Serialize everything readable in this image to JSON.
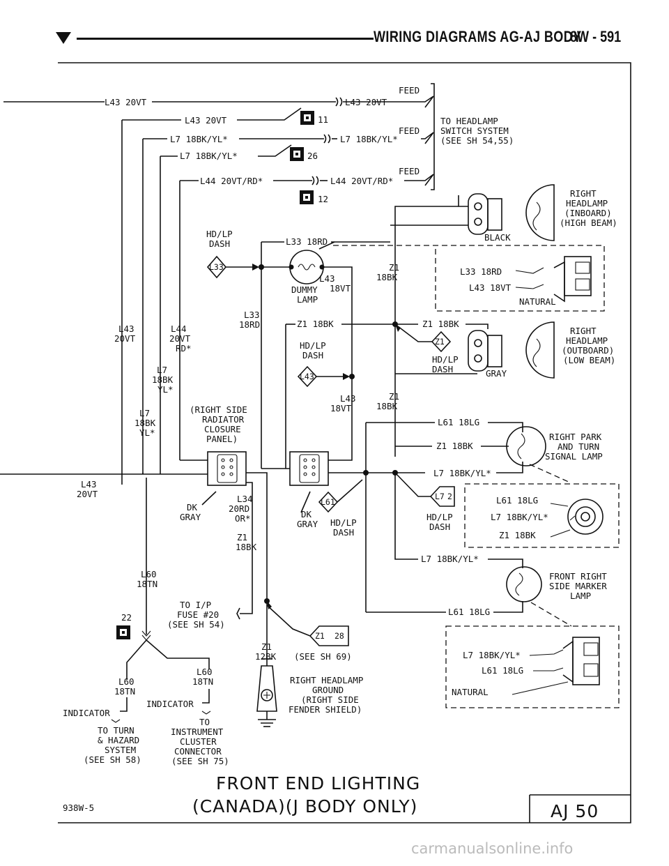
{
  "header": {
    "title": "WIRING DIAGRAMS AG-AJ BODY",
    "section": "8W - 591"
  },
  "diagram": {
    "title_line1": "FRONT END LIGHTING",
    "title_line2": "(CANADA)(J BODY ONLY)",
    "figure_code": "938W-5",
    "page_code": "AJ 50",
    "labels": {
      "l43_top_left": "L43 20VT",
      "l43_2": "L43 20VT",
      "l43_3": "L43 20VT",
      "feed_1": "FEED",
      "feed_2": "FEED",
      "feed_3": "FEED",
      "fuse_11": "11",
      "fuse_26": "26",
      "fuse_12": "12",
      "fuse_22": "22",
      "l7_a": "L7 18BK/YL*",
      "l7_b": "L7 18BK/YL*",
      "l7_c": "L7 18BK/YL*",
      "l44_a": "L44 20VT/RD*",
      "l44_b": "L44 20VT/RD*",
      "to_headlamp_1": "TO HEADLAMP",
      "to_headlamp_2": "SWITCH SYSTEM",
      "to_headlamp_3": "(SEE SH 54,55)",
      "right_headlamp_inboard_1": "RIGHT",
      "right_headlamp_inboard_2": "HEADLAMP",
      "right_headlamp_inboard_3": "(INBOARD)",
      "right_headlamp_inboard_4": "(HIGH BEAM)",
      "black": "BLACK",
      "hdlp_dash_1": "HD/LP",
      "hdlp_dash_2": "DASH",
      "l33_18rd": "L33 18RD",
      "l33_conn": "L33",
      "dummy_lamp_1": "DUMMY",
      "dummy_lamp_2": "LAMP",
      "l43_18vt_1": "L43",
      "l43_18vt_2": "18VT",
      "z1_18bk_1": "Z1",
      "z1_18bk_2": "18BK",
      "l33_18rd_inset": "L33 18RD",
      "l43_18vt_inset": "L43 18VT",
      "natural": "NATURAL",
      "l43_20vt_v1": "L43",
      "l43_20vt_v2": "20VT",
      "l44_v1": "L44",
      "l44_v2": "20VT",
      "l44_v3": "RD*",
      "l33_v1": "L33",
      "l33_v2": "18RD",
      "z1_18bk_mid": "Z1 18BK",
      "z1_18bk_right": "Z1 18BK",
      "right_headlamp_outboard_1": "RIGHT",
      "right_headlamp_outboard_2": "HEADLAMP",
      "right_headlamp_outboard_3": "(OUTBOARD)",
      "right_headlamp_outboard_4": "(LOW BEAM)",
      "hdlp_dash_mid_1": "HD/LP",
      "hdlp_dash_mid_2": "DASH",
      "z1_conn": "Z1",
      "hdlp_dash_r_1": "HD/LP",
      "hdlp_dash_r_2": "DASH",
      "gray": "GRAY",
      "l43_conn": "L43",
      "l7_v1": "L7",
      "l7_v2": "18BK",
      "l7_v3": "YL*",
      "l7_w1": "L7",
      "l7_w2": "18BK",
      "l7_w3": "YL*",
      "radiator_1": "(RIGHT SIDE",
      "radiator_2": "RADIATOR",
      "radiator_3": "CLOSURE",
      "radiator_4": "PANEL)",
      "l43_18vt_low_1": "L43",
      "l43_18vt_low_2": "18VT",
      "z1_low_1": "Z1",
      "z1_low_2": "18BK",
      "l61_18lg": "L61 18LG",
      "z1_18bk_park": "Z1 18BK",
      "right_park_1": "RIGHT PARK",
      "right_park_2": "AND TURN",
      "right_park_3": "SIGNAL LAMP",
      "l7_park": "L7 18BK/YL*",
      "l43_20vt_bl_1": "L43",
      "l43_20vt_bl_2": "20VT",
      "dk_gray_1": "DK",
      "dk_gray_2": "GRAY",
      "l34_1": "L34",
      "l34_2": "20RD",
      "l34_3": "OR*",
      "dk_gray_b1": "DK",
      "dk_gray_b2": "GRAY",
      "l61_conn": "L61",
      "hdlp_dash_b1": "HD/LP",
      "hdlp_dash_b2": "DASH",
      "l7_2_conn": "L7",
      "l7_2_num": "2",
      "hdlp_dash_c1": "HD/LP",
      "hdlp_dash_c2": "DASH",
      "l61_inset": "L61 18LG",
      "l7_inset": "L7 18BK/YL*",
      "z1_inset": "Z1 18BK",
      "z1_18bk_b1": "Z1",
      "z1_18bk_b2": "18BK",
      "l60_1": "L60",
      "l60_2": "18TN",
      "l7_marker": "L7 18BK/YL*",
      "front_marker_1": "FRONT RIGHT",
      "front_marker_2": "SIDE MARKER",
      "front_marker_3": "LAMP",
      "to_ip_1": "TO I/P",
      "to_ip_2": "FUSE #20",
      "to_ip_3": "(SEE SH 54)",
      "l61_marker": "L61 18LG",
      "z1_28_conn": "Z1",
      "z1_28_num": "28",
      "z1_12bk_1": "Z1",
      "z1_12bk_2": "12BK",
      "see_sh_69": "(SEE SH 69)",
      "l7_inset2": "L7 18BK/YL*",
      "l61_inset2": "L61 18LG",
      "natural2": "NATURAL",
      "l60_b1": "L60",
      "l60_b2": "18TN",
      "l60_c1": "L60",
      "l60_c2": "18TN",
      "indicator_1": "INDICATOR",
      "indicator_2": "INDICATOR",
      "ground_1": "RIGHT HEADLAMP",
      "ground_2": "GROUND",
      "ground_3": "(RIGHT SIDE",
      "ground_4": "FENDER SHIELD)",
      "to_turn_1": "TO TURN",
      "to_turn_2": "& HAZARD",
      "to_turn_3": "SYSTEM",
      "to_turn_4": "(SEE SH 58)",
      "to_cluster_1": "TO",
      "to_cluster_2": "INSTRUMENT",
      "to_cluster_3": "CLUSTER",
      "to_cluster_4": "CONNECTOR",
      "to_cluster_5": "(SEE SH 75)"
    }
  },
  "footer": {
    "watermark": "carmanualsonline.info"
  }
}
